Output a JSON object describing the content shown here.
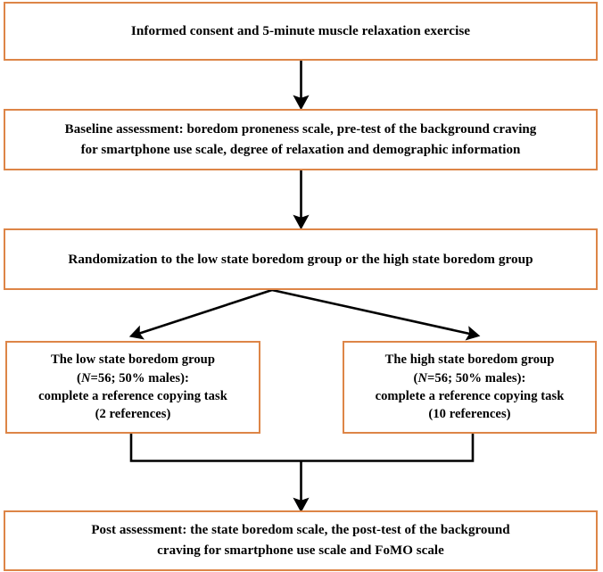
{
  "diagram": {
    "title": "Experimental procedure flowchart",
    "type": "flowchart",
    "accent_border_color": "#dd8547",
    "connector_color": "#000000",
    "background_color": "#ffffff",
    "nodes": [
      {
        "id": "consent",
        "name": "informed-consent-box",
        "lines": [
          "Informed consent and 5-minute muscle relaxation exercise"
        ]
      },
      {
        "id": "baseline",
        "name": "baseline-assessment-box",
        "lines": [
          "Baseline assessment: boredom proneness scale, pre-test of the background craving",
          "for smartphone use scale, degree of relaxation and demographic information"
        ]
      },
      {
        "id": "randomize",
        "name": "randomization-box",
        "lines": [
          "Randomization to the low state boredom group or the high state boredom group"
        ]
      },
      {
        "id": "low_group",
        "name": "low-state-boredom-group-box",
        "line1": "The low state boredom group",
        "line2_prefix": "(",
        "line2_italic": "N",
        "line2_suffix": "=56; 50% males):",
        "line3": "complete a reference copying task",
        "line4": "(2 references)"
      },
      {
        "id": "high_group",
        "name": "high-state-boredom-group-box",
        "line1": "The high state boredom group",
        "line2_prefix": "(",
        "line2_italic": "N",
        "line2_suffix": "=56; 50% males):",
        "line3": "complete a reference copying task",
        "line4": "(10 references)"
      },
      {
        "id": "post",
        "name": "post-assessment-box",
        "lines": [
          "Post assessment: the state boredom scale,  the post-test of the background",
          "craving for smartphone use scale and FoMO scale"
        ]
      }
    ],
    "connectors": [
      {
        "name": "arrow-consent-to-baseline",
        "style": "straight-down-arrow"
      },
      {
        "name": "arrow-baseline-to-randomization",
        "style": "straight-down-arrow"
      },
      {
        "name": "arrow-randomization-to-low-group",
        "style": "diagonal-down-left-arrow"
      },
      {
        "name": "arrow-randomization-to-high-group",
        "style": "diagonal-down-right-arrow"
      },
      {
        "name": "connector-groups-merge-to-post",
        "style": "merge-down-arrow"
      }
    ]
  }
}
